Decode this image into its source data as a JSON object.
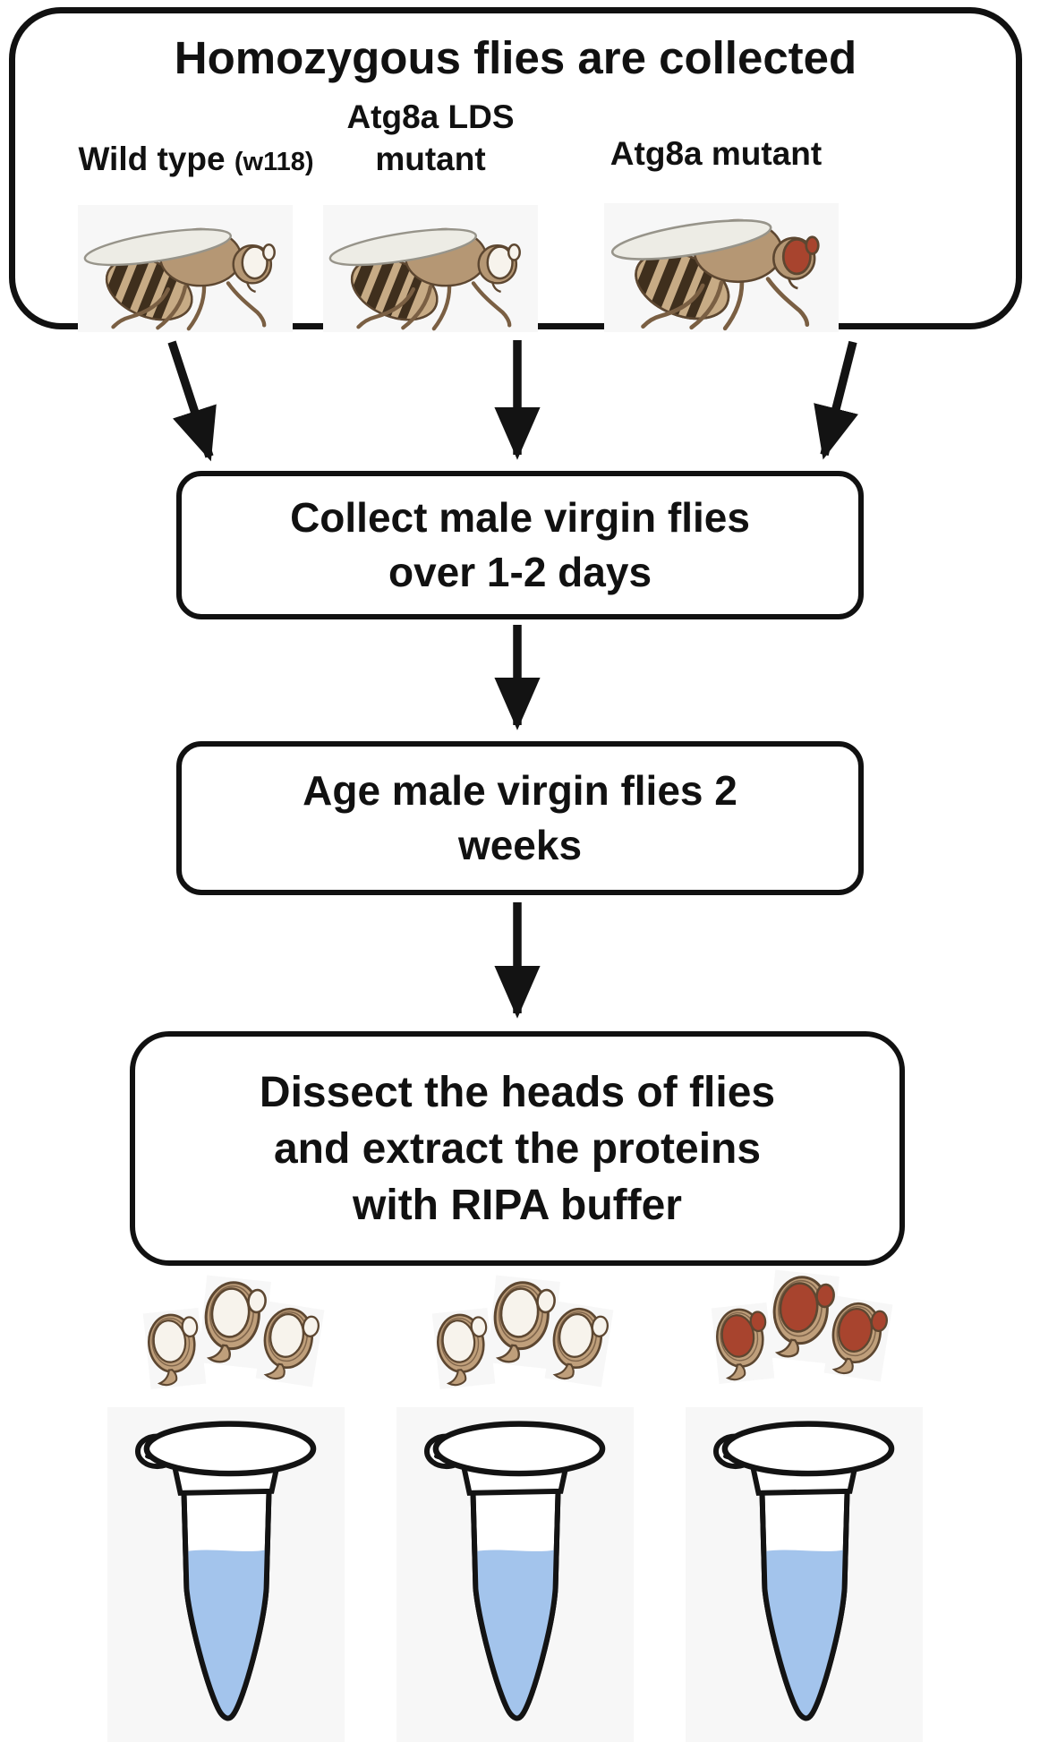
{
  "title": "Homozygous flies are collected",
  "strains": [
    {
      "label_line1": "Wild type",
      "label_paren": "(w118)",
      "eye": "white"
    },
    {
      "label_line1": "Atg8a LDS",
      "label_line2": "mutant",
      "eye": "white"
    },
    {
      "label_line1": "Atg8a mutant",
      "eye": "red"
    }
  ],
  "steps": [
    {
      "line1": "Collect male virgin flies",
      "line2": "over 1-2 days"
    },
    {
      "line1": "Age male virgin flies 2",
      "line2": "weeks"
    },
    {
      "line1": "Dissect the heads of flies",
      "line2": "and extract the proteins",
      "line3": "with RIPA buffer"
    }
  ],
  "samples": [
    {
      "strain": "Wild type (w118)",
      "eye": "white",
      "head_count": 3
    },
    {
      "strain": "Atg8a LDS mutant",
      "eye": "white",
      "head_count": 3
    },
    {
      "strain": "Atg8a mutant",
      "eye": "red",
      "head_count": 3
    }
  ],
  "colors": {
    "outline": "#131313",
    "fly_body": "#b59774",
    "fly_abdomen": "#c7ab85",
    "fly_stripe": "#3f2f1d",
    "fly_outline": "#5d4731",
    "wing_fill": "#edece5",
    "wing_outline": "#97948a",
    "eye_white": "#f7f3ec",
    "eye_red": "#a8442e",
    "head_capsule": "#bf9f7b",
    "liquid": "#a3c4ec",
    "tile_bg": "#f7f7f7"
  }
}
